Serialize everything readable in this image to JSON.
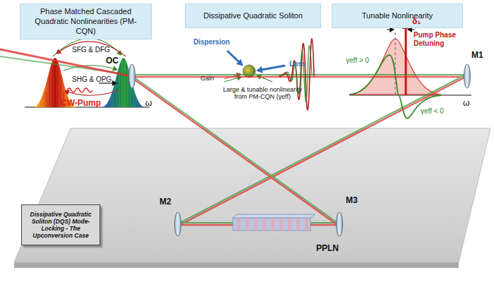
{
  "diagram": {
    "nodes": [
      {
        "text": [
          "Phase Matched Cascaded Quadratic Nonlinearities (PM-CQN)"
        ]
      },
      {
        "text": [
          "Dissipative Quadratic Soliton"
        ]
      },
      {
        "text": [
          "Tunable Nonlinearity"
        ]
      },
      {
        "text": [
          "Dissipative Quadratic Soliton (DQS) Mode-Locking - The Upconversion Case"
        ]
      }
    ],
    "labels": [
      "SFG & DFG",
      "SHG & OPG",
      "ω",
      "Dispersion",
      "Loss",
      "Gain",
      "Large & tunable nonlinearity from PM-CQN (γeff)",
      "δ₁",
      "Pump Phase Detuning",
      "γeff > 0",
      "γeff < 0",
      "ω",
      "OC",
      "M1",
      "M2",
      "M3",
      "PPLN",
      "CW-Pump"
    ]
  }
}
